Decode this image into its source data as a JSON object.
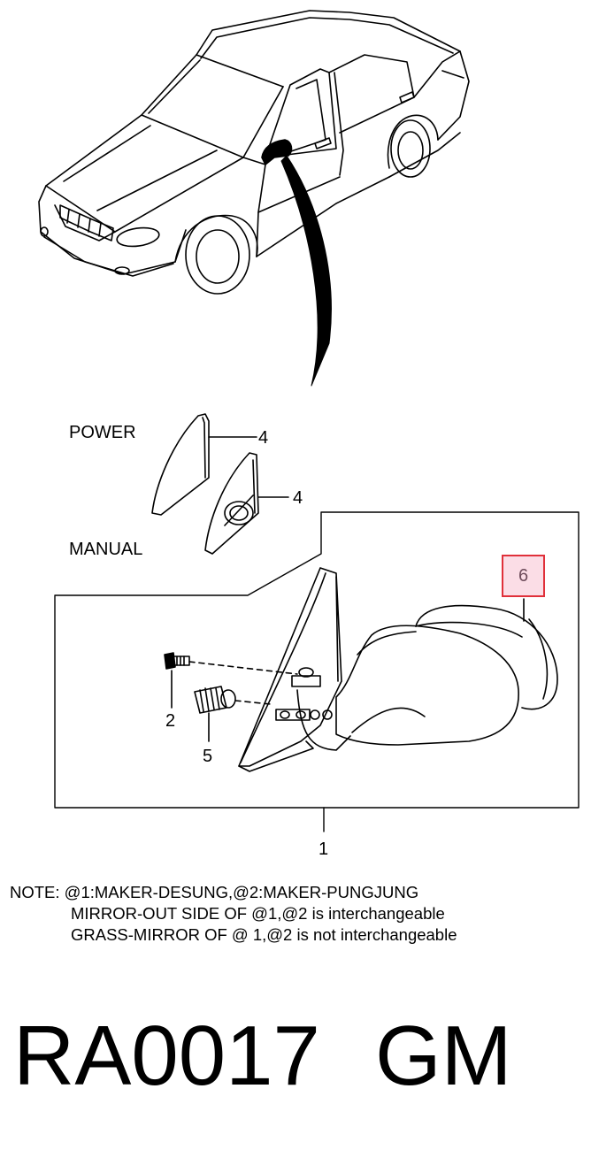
{
  "labels": {
    "power": "POWER",
    "manual": "MANUAL",
    "part_4_power": "4",
    "part_4_manual": "4",
    "part_6": "6",
    "part_2": "2",
    "part_5": "5",
    "part_1": "1"
  },
  "note": {
    "line1": "NOTE: @1:MAKER-DESUNG,@2:MAKER-PUNGJUNG",
    "line2": "MIRROR-OUT SIDE OF @1,@2 is interchangeable",
    "line3": "GRASS-MIRROR OF @ 1,@2 is not interchangeable"
  },
  "footer": {
    "code": "RA0017",
    "brand": "GM"
  },
  "colors": {
    "line": "#000000",
    "highlight_fill": "#fbdde6",
    "highlight_border": "#e0303a"
  }
}
